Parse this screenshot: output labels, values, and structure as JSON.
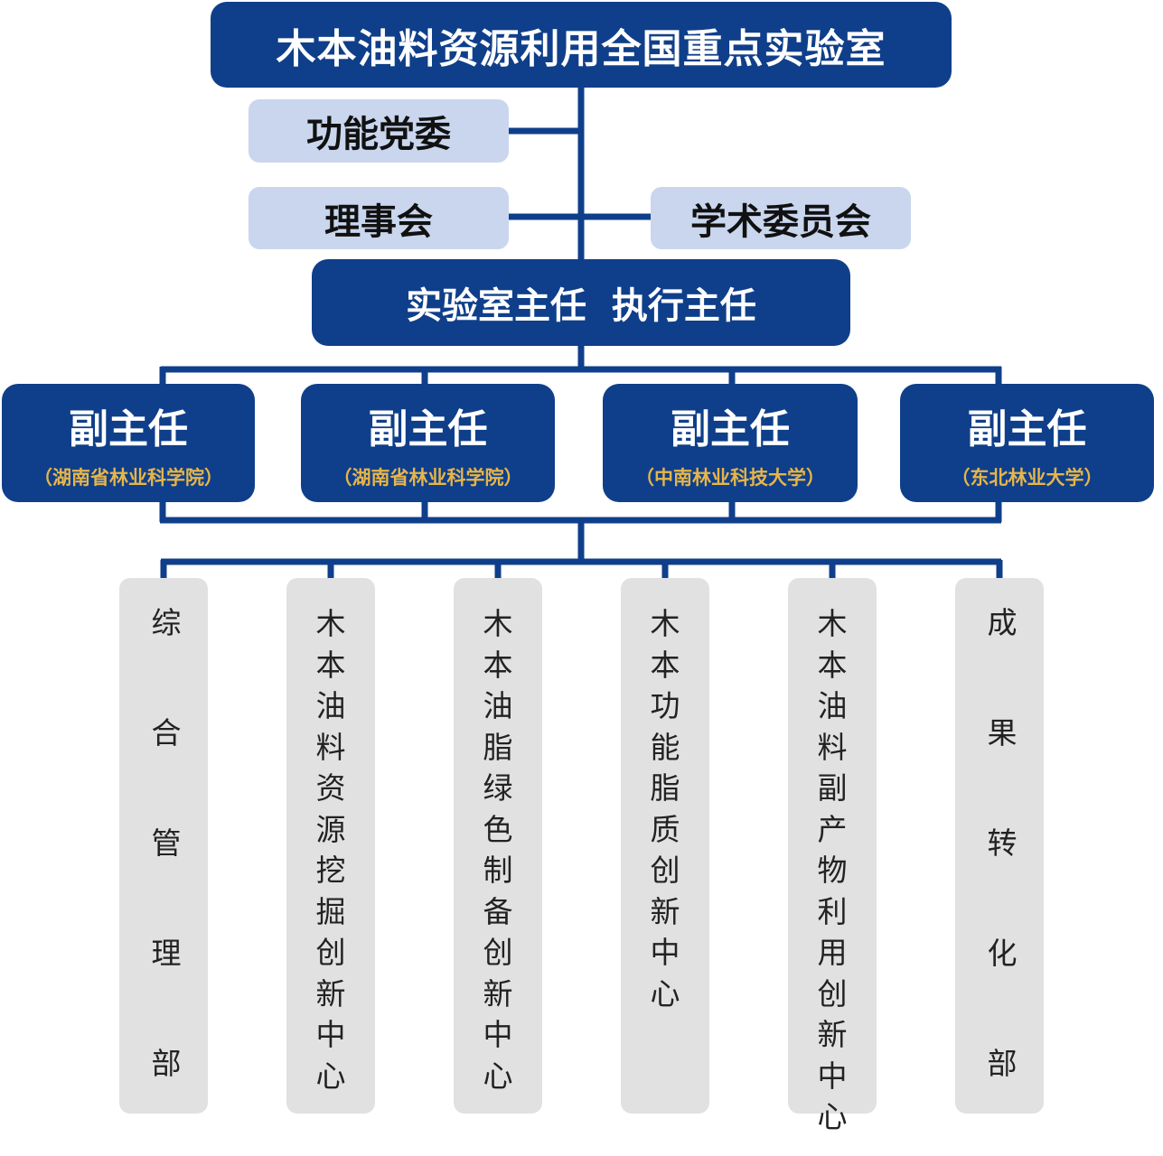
{
  "top": "木本油料资源利用全国重点实验室",
  "party": "功能党委",
  "council": "理事会",
  "academic": "学术委员会",
  "director": "实验室主任  执行主任",
  "vice": [
    {
      "title": "副主任",
      "org": "（湖南省林业科学院）"
    },
    {
      "title": "副主任",
      "org": "（湖南省林业科学院）"
    },
    {
      "title": "副主任",
      "org": "（中南林业科技大学）"
    },
    {
      "title": "副主任",
      "org": "（东北林业大学）"
    }
  ],
  "departments": [
    "综合管理部",
    "木本油料资源挖掘创新中心",
    "木本油脂绿色制备创新中心",
    "木本功能脂质创新中心",
    "木本油料副产物利用创新中心",
    "成果转化部"
  ],
  "colors": {
    "dark": "#0f3f8a",
    "light": "#c9d6ee",
    "gray": "#e1e1e1",
    "gold": "#e6b54a"
  }
}
